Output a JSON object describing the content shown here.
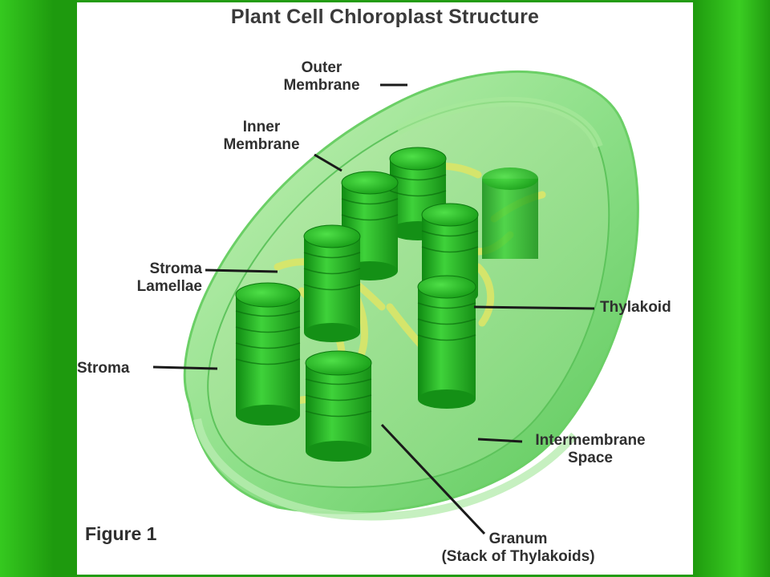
{
  "diagram": {
    "title": "Plant Cell Chloroplast Structure",
    "figure_label": "Figure 1",
    "labels": {
      "outer_membrane": [
        "Outer",
        "Membrane"
      ],
      "inner_membrane": [
        "Inner",
        "Membrane"
      ],
      "stroma_lamellae": [
        "Stroma",
        "Lamellae"
      ],
      "stroma": "Stroma",
      "thylakoid": "Thylakoid",
      "intermembrane_space": [
        "Intermembrane",
        "Space"
      ],
      "granum": [
        "Granum",
        "(Stack of Thylakoids)"
      ]
    }
  },
  "colors": {
    "slide_green": "#1f9a10",
    "slide_green_light": "#2fc21c",
    "chloroplast_membrane": "#8fe08a",
    "granum_green": "#22b51e",
    "lamella_yellow": "#d8e66a",
    "label_text": "#2f2f2f"
  }
}
